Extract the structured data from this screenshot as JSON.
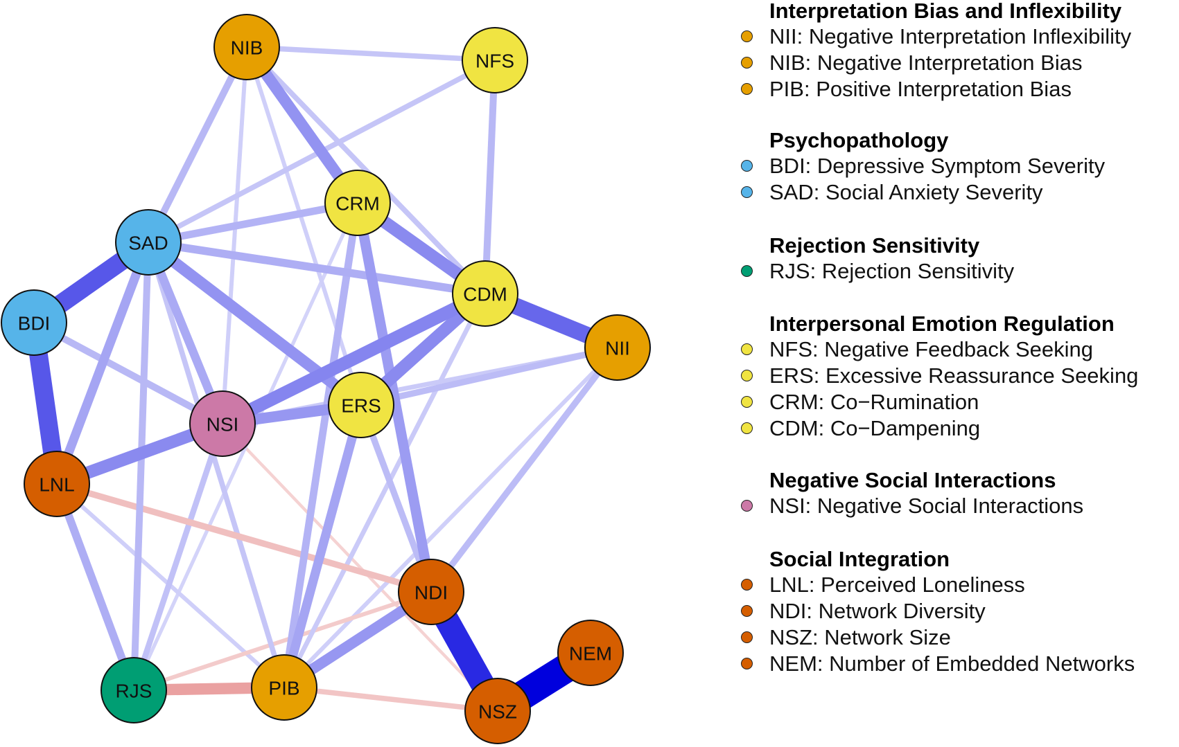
{
  "colors": {
    "interpretation": "#E69F00",
    "psychopathology": "#56B4E9",
    "rejection": "#009E73",
    "interpersonal": "#F0E442",
    "negative_social": "#CC79A7",
    "social_integration": "#D55E00",
    "positive_edge": "#0000DD",
    "negative_edge": "#E89A9A",
    "node_border": "#111111"
  },
  "nodes": [
    {
      "id": "NIB",
      "group": "interpretation"
    },
    {
      "id": "NFS",
      "group": "interpersonal"
    },
    {
      "id": "CRM",
      "group": "interpersonal"
    },
    {
      "id": "SAD",
      "group": "psychopathology"
    },
    {
      "id": "CDM",
      "group": "interpersonal"
    },
    {
      "id": "BDI",
      "group": "psychopathology"
    },
    {
      "id": "NII",
      "group": "interpretation"
    },
    {
      "id": "ERS",
      "group": "interpersonal"
    },
    {
      "id": "NSI",
      "group": "negative_social"
    },
    {
      "id": "LNL",
      "group": "social_integration"
    },
    {
      "id": "NDI",
      "group": "social_integration"
    },
    {
      "id": "NEM",
      "group": "social_integration"
    },
    {
      "id": "RJS",
      "group": "rejection"
    },
    {
      "id": "PIB",
      "group": "interpretation"
    },
    {
      "id": "NSZ",
      "group": "social_integration"
    }
  ],
  "edges": [
    {
      "from": "NSZ",
      "to": "NEM",
      "sign": "positive",
      "weight": 1.0
    },
    {
      "from": "NDI",
      "to": "NSZ",
      "sign": "positive",
      "weight": 0.82
    },
    {
      "from": "BDI",
      "to": "SAD",
      "sign": "positive",
      "weight": 0.62
    },
    {
      "from": "BDI",
      "to": "LNL",
      "sign": "positive",
      "weight": 0.62
    },
    {
      "from": "CDM",
      "to": "NII",
      "sign": "positive",
      "weight": 0.55
    },
    {
      "from": "CDM",
      "to": "NSI",
      "sign": "positive",
      "weight": 0.42
    },
    {
      "from": "CDM",
      "to": "ERS",
      "sign": "positive",
      "weight": 0.4
    },
    {
      "from": "NSI",
      "to": "LNL",
      "sign": "positive",
      "weight": 0.4
    },
    {
      "from": "CRM",
      "to": "CDM",
      "sign": "positive",
      "weight": 0.4
    },
    {
      "from": "NIB",
      "to": "CRM",
      "sign": "positive",
      "weight": 0.36
    },
    {
      "from": "SAD",
      "to": "ERS",
      "sign": "positive",
      "weight": 0.36
    },
    {
      "from": "NSI",
      "to": "ERS",
      "sign": "positive",
      "weight": 0.34
    },
    {
      "from": "PIB",
      "to": "NDI",
      "sign": "positive",
      "weight": 0.34
    },
    {
      "from": "CRM",
      "to": "NDI",
      "sign": "positive",
      "weight": 0.32
    },
    {
      "from": "SAD",
      "to": "LNL",
      "sign": "positive",
      "weight": 0.28
    },
    {
      "from": "ERS",
      "to": "PIB",
      "sign": "positive",
      "weight": 0.28
    },
    {
      "from": "SAD",
      "to": "NSI",
      "sign": "positive",
      "weight": 0.26
    },
    {
      "from": "SAD",
      "to": "CDM",
      "sign": "positive",
      "weight": 0.24
    },
    {
      "from": "SAD",
      "to": "CRM",
      "sign": "positive",
      "weight": 0.22
    },
    {
      "from": "LNL",
      "to": "RJS",
      "sign": "positive",
      "weight": 0.24
    },
    {
      "from": "NIB",
      "to": "SAD",
      "sign": "positive",
      "weight": 0.2
    },
    {
      "from": "NFS",
      "to": "CDM",
      "sign": "positive",
      "weight": 0.2
    },
    {
      "from": "BDI",
      "to": "NSI",
      "sign": "positive",
      "weight": 0.2
    },
    {
      "from": "SAD",
      "to": "RJS",
      "sign": "positive",
      "weight": 0.2
    },
    {
      "from": "CRM",
      "to": "PIB",
      "sign": "positive",
      "weight": 0.22
    },
    {
      "from": "ERS",
      "to": "NII",
      "sign": "positive",
      "weight": 0.18
    },
    {
      "from": "ERS",
      "to": "NDI",
      "sign": "positive",
      "weight": 0.18
    },
    {
      "from": "NII",
      "to": "NDI",
      "sign": "positive",
      "weight": 0.18
    },
    {
      "from": "NSI",
      "to": "RJS",
      "sign": "positive",
      "weight": 0.16
    },
    {
      "from": "NIB",
      "to": "NFS",
      "sign": "positive",
      "weight": 0.14
    },
    {
      "from": "NIB",
      "to": "CDM",
      "sign": "positive",
      "weight": 0.14
    },
    {
      "from": "SAD",
      "to": "NFS",
      "sign": "positive",
      "weight": 0.14
    },
    {
      "from": "NSI",
      "to": "NII",
      "sign": "positive",
      "weight": 0.12
    },
    {
      "from": "CDM",
      "to": "PIB",
      "sign": "positive",
      "weight": 0.12
    },
    {
      "from": "NIB",
      "to": "NSI",
      "sign": "positive",
      "weight": 0.1
    },
    {
      "from": "NIB",
      "to": "ERS",
      "sign": "positive",
      "weight": 0.1
    },
    {
      "from": "SAD",
      "to": "PIB",
      "sign": "positive",
      "weight": 0.14
    },
    {
      "from": "LNL",
      "to": "PIB",
      "sign": "positive",
      "weight": 0.1
    },
    {
      "from": "NII",
      "to": "PIB",
      "sign": "positive",
      "weight": 0.1
    },
    {
      "from": "CRM",
      "to": "RJS",
      "sign": "positive",
      "weight": 0.08
    },
    {
      "from": "RJS",
      "to": "PIB",
      "sign": "negative",
      "weight": 0.36
    },
    {
      "from": "LNL",
      "to": "NDI",
      "sign": "negative",
      "weight": 0.18
    },
    {
      "from": "PIB",
      "to": "NSZ",
      "sign": "negative",
      "weight": 0.14
    },
    {
      "from": "RJS",
      "to": "NDI",
      "sign": "negative",
      "weight": 0.1
    },
    {
      "from": "NSI",
      "to": "NSZ",
      "sign": "negative",
      "weight": 0.06
    }
  ],
  "legend": [
    {
      "title": "Interpretation Bias and Inflexibility",
      "group": "interpretation",
      "items": [
        "NII: Negative Interpretation Inflexibility",
        "NIB: Negative Interpretation Bias",
        "PIB: Positive Interpretation Bias"
      ]
    },
    {
      "title": "Psychopathology",
      "group": "psychopathology",
      "items": [
        "BDI: Depressive Symptom Severity",
        "SAD: Social Anxiety Severity"
      ]
    },
    {
      "title": "Rejection Sensitivity",
      "group": "rejection",
      "items": [
        "RJS: Rejection Sensitivity"
      ]
    },
    {
      "title": "Interpersonal Emotion Regulation",
      "group": "interpersonal",
      "items": [
        "NFS: Negative Feedback Seeking",
        "ERS: Excessive Reassurance Seeking",
        "CRM: Co−Rumination",
        "CDM: Co−Dampening"
      ]
    },
    {
      "title": "Negative Social Interactions",
      "group": "negative_social",
      "items": [
        "NSI: Negative Social Interactions"
      ]
    },
    {
      "title": "Social Integration",
      "group": "social_integration",
      "items": [
        "LNL: Perceived Loneliness",
        "NDI: Network Diversity",
        "NSZ: Network Size",
        "NEM: Number of Embedded Networks"
      ]
    }
  ]
}
